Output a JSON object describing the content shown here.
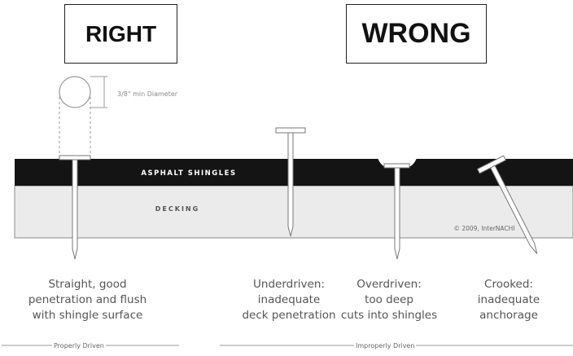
{
  "headers": {
    "right": "RIGHT",
    "wrong": "WRONG"
  },
  "diagram": {
    "diameter_label": "3/8\" min Diameter",
    "layer_shingles": "ASPHALT SHINGLES",
    "layer_decking": "DECKING",
    "copyright": "© 2009, InterNACHI"
  },
  "captions": {
    "right": [
      "Straight, good",
      "penetration and flush",
      "with shingle surface"
    ],
    "underdriven": [
      "Underdriven:",
      "inadequate",
      "deck penetration"
    ],
    "overdriven": [
      "Overdriven:",
      "too deep",
      "cuts into shingles"
    ],
    "crooked": [
      "Crooked:",
      "inadequate",
      "anchorage"
    ]
  },
  "footer": {
    "proper": "Properly Driven",
    "improper": "Improperly Driven"
  }
}
